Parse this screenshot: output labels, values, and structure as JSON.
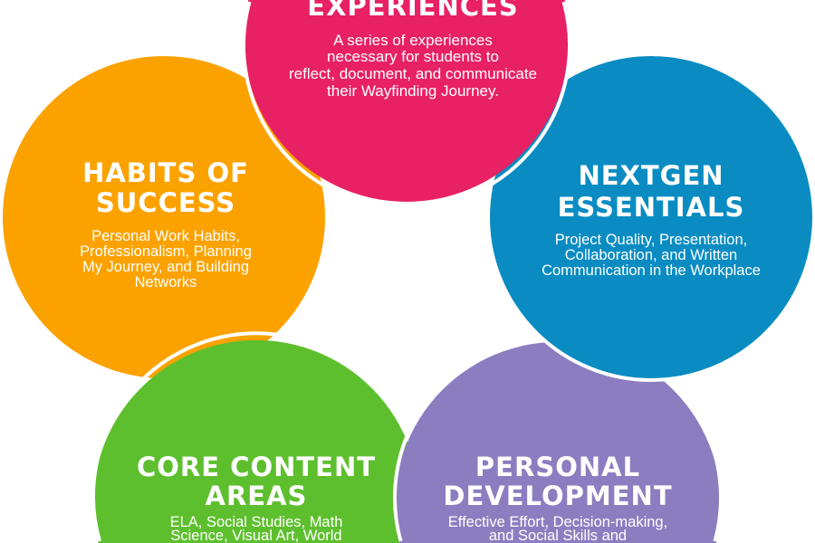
{
  "colors": {
    "experiences": "#E82064",
    "habits": "#FBA200",
    "nextgen": "#0A8CC2",
    "core": "#5EBF2E",
    "personal": "#8C7DC0"
  },
  "circles": {
    "experiences": {
      "title": [
        "EXPERIENCES"
      ],
      "body": [
        "A series of experiences",
        "necessary for students to",
        "reflect, document, and communicate",
        "their Wayfinding Journey."
      ]
    },
    "habits": {
      "title": [
        "HABITS OF",
        "SUCCESS"
      ],
      "body": [
        "Personal Work Habits,",
        "Professionalism, Planning",
        "My Journey, and Building",
        "Networks"
      ]
    },
    "nextgen": {
      "title": [
        "NEXTGEN",
        "ESSENTIALS"
      ],
      "body": [
        "Project Quality, Presentation,",
        "Collaboration, and Written",
        "Communication in the Workplace"
      ]
    },
    "core": {
      "title": [
        "CORE CONTENT",
        "AREAS"
      ],
      "body": [
        "ELA, Social Studies, Math",
        "Science, Visual Art, World"
      ]
    },
    "personal": {
      "title": [
        "PERSONAL",
        "DEVELOPMENT"
      ],
      "body": [
        "Effective Effort, Decision-making,",
        "and Social Skills and"
      ]
    }
  }
}
